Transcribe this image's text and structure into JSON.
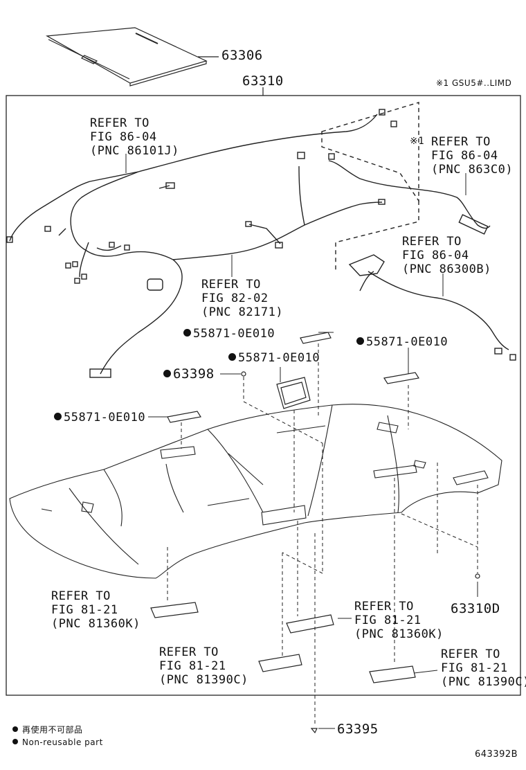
{
  "parts": {
    "headliner_cover": "63306",
    "headliner_assy": "63310",
    "clip_63398": "63398",
    "clip_63310D": "63310D",
    "clip_63395": "63395",
    "holder_a": "55871-0E010",
    "holder_b": "55871-0E010",
    "holder_c": "55871-0E010",
    "holder_d": "55871-0E010"
  },
  "note": "※1  GSU5#..LIMD",
  "note_marker": "※1",
  "refs": {
    "r86101J": "REFER TO\nFIG 86-04\n(PNC 86101J)",
    "r863C0": "REFER TO\nFIG 86-04\n(PNC 863C0)",
    "r86300B": "REFER TO\nFIG 86-04\n(PNC 86300B)",
    "r82171": "REFER TO\nFIG 82-02\n(PNC 82171)",
    "r81360K_left": "REFER TO\nFIG 81-21\n(PNC 81360K)",
    "r81360K_right": "REFER TO\nFIG 81-21\n(PNC 81360K)",
    "r81390C_left": "REFER TO\nFIG 81-21\n(PNC 81390C)",
    "r81390C_right": "REFER TO\nFIG 81-21\n(PNC 81390C)"
  },
  "legend": {
    "jp": "再使用不可部品",
    "en": "Non-reusable part"
  },
  "figure_id": "643392B"
}
